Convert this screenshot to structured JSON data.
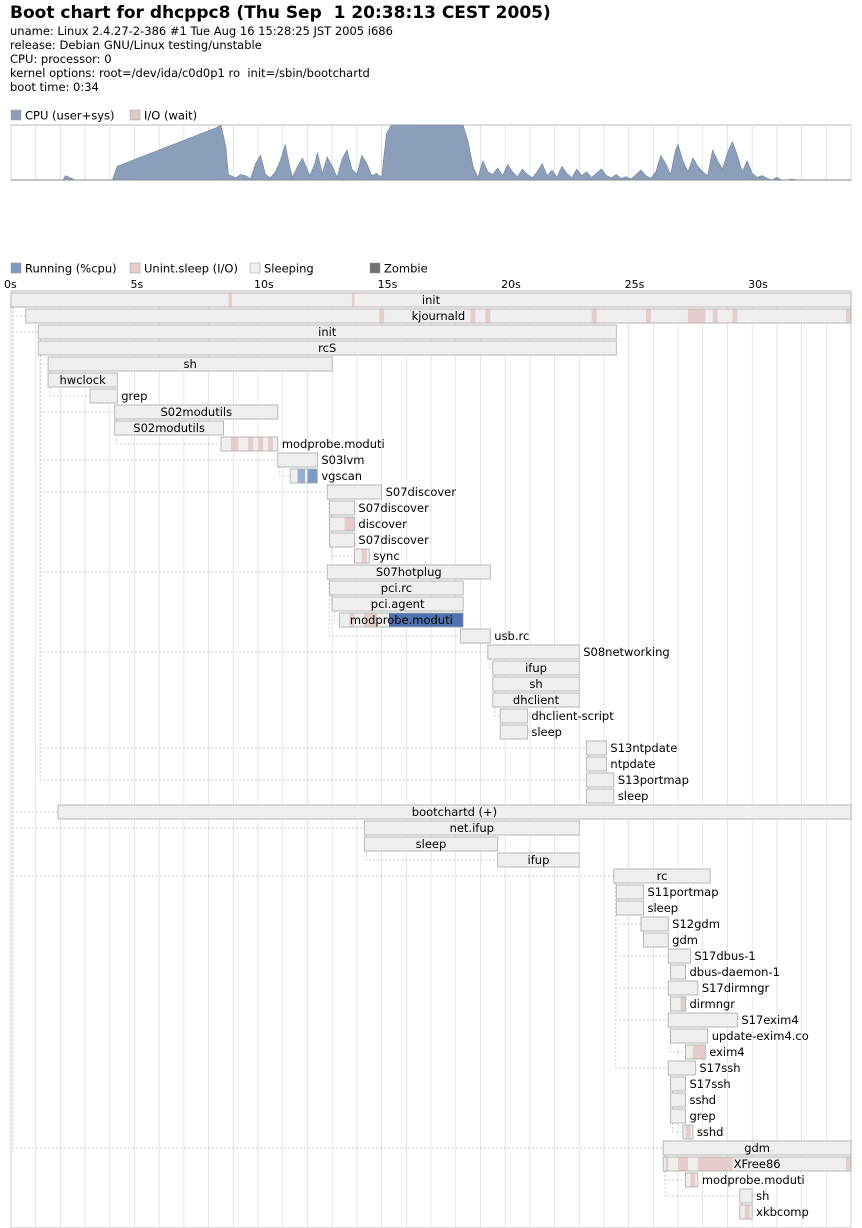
{
  "header": {
    "title": "Boot chart for dhcppc8 (Thu Sep  1 20:38:13 CEST 2005)",
    "uname": "uname: Linux 2.4.27-2-386 #1 Tue Aug 16 15:28:25 JST 2005 i686",
    "release": "release: Debian GNU/Linux testing/unstable",
    "cpu": "CPU: processor: 0",
    "kernel": "kernel options: root=/dev/ida/c0d0p1 ro  init=/sbin/bootchartd",
    "boottime": "boot time: 0:34"
  },
  "colors": {
    "cpu": "#8c9fba",
    "io": "#e0c9c9",
    "running": "#7e9ac4",
    "running_dark": "#4e74b0",
    "unint": "#e6cccc",
    "sleeping": "#efefef",
    "zombie": "#707070",
    "border": "#a8a8a8",
    "grid": "#dcdcdc",
    "tree": "#c0c0c0"
  },
  "chart_data": [
    {
      "type": "area",
      "title": "",
      "legend": [
        "CPU (user+sys)",
        "I/O (wait)"
      ],
      "xlim": [
        0,
        34
      ],
      "ylim": [
        0,
        100
      ],
      "series": [
        {
          "name": "CPU (user+sys)",
          "x": [
            0,
            2.1,
            2.2,
            2.5,
            2.6,
            4.1,
            4.3,
            8.3,
            8.5,
            8.7,
            8.8,
            9.1,
            9.3,
            9.5,
            9.7,
            9.9,
            10.1,
            10.3,
            10.5,
            10.7,
            10.9,
            11.1,
            11.3,
            11.4,
            11.6,
            11.8,
            12.1,
            12.3,
            12.4,
            12.6,
            12.8,
            13.0,
            13.2,
            13.4,
            13.6,
            13.8,
            14.0,
            14.2,
            14.4,
            14.6,
            14.8,
            15.0,
            15.2,
            15.4,
            15.5,
            16.0,
            16.5,
            17.0,
            17.5,
            18.0,
            18.3,
            18.5,
            18.7,
            18.9,
            19.1,
            19.3,
            19.5,
            19.7,
            19.9,
            20.1,
            20.3,
            20.5,
            20.7,
            20.9,
            21.1,
            21.3,
            21.5,
            21.7,
            21.9,
            22.1,
            22.3,
            22.5,
            22.7,
            22.9,
            23.1,
            23.3,
            23.5,
            23.7,
            23.9,
            24.1,
            24.3,
            24.5,
            24.7,
            24.9,
            25.1,
            25.3,
            25.5,
            25.7,
            25.9,
            26.1,
            26.3,
            26.5,
            26.7,
            26.9,
            27.0,
            27.2,
            27.4,
            27.6,
            27.8,
            28.0,
            28.2,
            28.4,
            28.6,
            28.8,
            29.0,
            29.2,
            29.4,
            29.6,
            29.8,
            30.0,
            30.2,
            30.4,
            30.6,
            30.8,
            31.0,
            31.2,
            31.4,
            31.6,
            31.8,
            32.0,
            32.5,
            34.0
          ],
          "values": [
            0,
            0,
            8,
            2,
            0,
            0,
            25,
            95,
            100,
            60,
            10,
            4,
            10,
            8,
            2,
            30,
            45,
            10,
            4,
            15,
            35,
            65,
            20,
            5,
            25,
            40,
            8,
            30,
            50,
            12,
            42,
            25,
            5,
            38,
            55,
            20,
            10,
            45,
            30,
            8,
            12,
            5,
            85,
            100,
            100,
            100,
            100,
            100,
            100,
            100,
            100,
            70,
            25,
            5,
            35,
            15,
            10,
            22,
            8,
            28,
            15,
            6,
            20,
            10,
            4,
            15,
            30,
            8,
            18,
            5,
            25,
            12,
            4,
            20,
            8,
            15,
            5,
            12,
            20,
            8,
            4,
            10,
            3,
            6,
            2,
            10,
            18,
            8,
            3,
            15,
            45,
            30,
            10,
            55,
            65,
            35,
            15,
            40,
            25,
            15,
            8,
            55,
            35,
            20,
            50,
            70,
            45,
            15,
            35,
            12,
            5,
            8,
            3,
            0,
            5,
            0,
            0,
            2,
            0,
            0,
            0,
            0
          ]
        },
        {
          "name": "I/O (wait)",
          "x": [],
          "values": []
        }
      ]
    },
    {
      "type": "gantt",
      "title": "",
      "legend": [
        "Running (%cpu)",
        "Unint.sleep (I/O)",
        "Sleeping",
        "Zombie"
      ],
      "xlim": [
        0,
        34
      ],
      "ticks": [
        "0s",
        "5s",
        "10s",
        "15s",
        "20s",
        "25s",
        "30s"
      ],
      "processes": [
        {
          "name": "init",
          "start": 0.0,
          "end": 34.0,
          "label": "center",
          "parent": -1,
          "states": [
            [
              "I",
              8.8,
              8.95
            ],
            [
              "I",
              13.8,
              13.9
            ]
          ]
        },
        {
          "name": "kjournald",
          "start": 0.6,
          "end": 34.0,
          "label": "center",
          "parent": 0,
          "states": [
            [
              "I",
              14.9,
              15.1
            ],
            [
              "I",
              18.6,
              18.8
            ],
            [
              "I",
              19.2,
              19.4
            ],
            [
              "I",
              23.5,
              23.7
            ],
            [
              "I",
              25.7,
              25.9
            ],
            [
              "I",
              27.4,
              28.1
            ],
            [
              "I",
              28.4,
              28.6
            ],
            [
              "I",
              29.2,
              29.4
            ],
            [
              "I",
              33.8,
              34.0
            ]
          ]
        },
        {
          "name": "init",
          "start": 1.1,
          "end": 24.5,
          "label": "center",
          "parent": 0,
          "states": []
        },
        {
          "name": "rcS",
          "start": 1.1,
          "end": 24.5,
          "label": "center",
          "parent": 2,
          "states": []
        },
        {
          "name": "sh",
          "start": 1.5,
          "end": 13.0,
          "label": "center",
          "parent": 3,
          "states": []
        },
        {
          "name": "hwclock",
          "start": 1.5,
          "end": 4.3,
          "label": "center",
          "parent": 4,
          "states": []
        },
        {
          "name": "grep",
          "start": 3.2,
          "end": 4.3,
          "label": "right",
          "parent": 4,
          "states": []
        },
        {
          "name": "S02modutils",
          "start": 4.2,
          "end": 10.8,
          "label": "center",
          "parent": 3,
          "states": []
        },
        {
          "name": "S02modutils",
          "start": 4.2,
          "end": 8.6,
          "label": "center",
          "parent": 7,
          "states": []
        },
        {
          "name": "modprobe.moduti",
          "start": 8.5,
          "end": 10.8,
          "label": "right",
          "parent": 8,
          "states": [
            [
              "I",
              8.9,
              9.2
            ],
            [
              "I",
              9.6,
              9.8
            ],
            [
              "I",
              10.0,
              10.2
            ],
            [
              "I",
              10.4,
              10.6
            ]
          ]
        },
        {
          "name": "S03lvm",
          "start": 10.8,
          "end": 12.4,
          "label": "right",
          "parent": 3,
          "states": []
        },
        {
          "name": "vgscan",
          "start": 11.3,
          "end": 12.4,
          "label": "right",
          "parent": 10,
          "states": [
            [
              "R",
              11.6,
              11.9,
              0.35
            ],
            [
              "R",
              12.0,
              12.4,
              0.6
            ]
          ]
        },
        {
          "name": "S07discover",
          "start": 12.8,
          "end": 15.0,
          "label": "right",
          "parent": 3,
          "states": []
        },
        {
          "name": "S07discover",
          "start": 12.9,
          "end": 13.9,
          "label": "right",
          "parent": 12,
          "states": []
        },
        {
          "name": "discover",
          "start": 12.9,
          "end": 13.9,
          "label": "right",
          "parent": 13,
          "states": [
            [
              "I",
              13.5,
              13.9
            ]
          ]
        },
        {
          "name": "S07discover",
          "start": 12.9,
          "end": 13.9,
          "label": "right",
          "parent": 12,
          "states": []
        },
        {
          "name": "sync",
          "start": 13.9,
          "end": 14.5,
          "label": "right",
          "parent": 15,
          "states": [
            [
              "I",
              14.2,
              14.4
            ]
          ]
        },
        {
          "name": "S07hotplug",
          "start": 12.8,
          "end": 19.4,
          "label": "center",
          "parent": 3,
          "states": []
        },
        {
          "name": "pci.rc",
          "start": 12.9,
          "end": 18.3,
          "label": "center",
          "parent": 17,
          "states": []
        },
        {
          "name": "pci.agent",
          "start": 13.0,
          "end": 18.3,
          "label": "center",
          "parent": 18,
          "states": []
        },
        {
          "name": "modprobe.moduti",
          "start": 13.3,
          "end": 18.3,
          "label": "center",
          "parent": 19,
          "states": [
            [
              "I",
              13.7,
              13.9
            ],
            [
              "I",
              14.3,
              14.8
            ],
            [
              "R",
              15.3,
              18.3,
              1.0
            ]
          ]
        },
        {
          "name": "usb.rc",
          "start": 18.2,
          "end": 19.4,
          "label": "right",
          "parent": 17,
          "states": []
        },
        {
          "name": "S08networking",
          "start": 19.3,
          "end": 23.0,
          "label": "right",
          "parent": 3,
          "states": []
        },
        {
          "name": "ifup",
          "start": 19.5,
          "end": 23.0,
          "label": "center",
          "parent": 22,
          "states": []
        },
        {
          "name": "sh",
          "start": 19.5,
          "end": 23.0,
          "label": "center",
          "parent": 23,
          "states": []
        },
        {
          "name": "dhclient",
          "start": 19.5,
          "end": 23.0,
          "label": "center",
          "parent": 24,
          "states": []
        },
        {
          "name": "dhclient-script",
          "start": 19.8,
          "end": 20.9,
          "label": "right",
          "parent": 25,
          "states": []
        },
        {
          "name": "sleep",
          "start": 19.8,
          "end": 20.9,
          "label": "right",
          "parent": 26,
          "states": []
        },
        {
          "name": "S13ntpdate",
          "start": 23.3,
          "end": 24.1,
          "label": "right",
          "parent": 3,
          "states": []
        },
        {
          "name": "ntpdate",
          "start": 23.3,
          "end": 24.1,
          "label": "right",
          "parent": 28,
          "states": []
        },
        {
          "name": "S13portmap",
          "start": 23.3,
          "end": 24.4,
          "label": "right",
          "parent": 3,
          "states": []
        },
        {
          "name": "sleep",
          "start": 23.3,
          "end": 24.4,
          "label": "right",
          "parent": 30,
          "states": []
        },
        {
          "name": "bootchartd (+)",
          "start": 1.9,
          "end": 34.0,
          "label": "center",
          "parent": 0,
          "states": []
        },
        {
          "name": "net.ifup",
          "start": 14.3,
          "end": 23.0,
          "label": "center",
          "parent": 0,
          "states": []
        },
        {
          "name": "sleep",
          "start": 14.3,
          "end": 19.7,
          "label": "center",
          "parent": 33,
          "states": []
        },
        {
          "name": "ifup",
          "start": 19.7,
          "end": 23.0,
          "label": "center",
          "parent": 33,
          "states": []
        },
        {
          "name": "rc",
          "start": 24.4,
          "end": 28.3,
          "label": "center",
          "parent": 0,
          "states": []
        },
        {
          "name": "S11portmap",
          "start": 24.5,
          "end": 25.6,
          "label": "right",
          "parent": 36,
          "states": []
        },
        {
          "name": "sleep",
          "start": 24.5,
          "end": 25.6,
          "label": "right",
          "parent": 37,
          "states": []
        },
        {
          "name": "S12gdm",
          "start": 25.5,
          "end": 26.6,
          "label": "right",
          "parent": 36,
          "states": []
        },
        {
          "name": "gdm",
          "start": 25.6,
          "end": 26.6,
          "label": "right",
          "parent": 39,
          "states": []
        },
        {
          "name": "S17dbus-1",
          "start": 26.6,
          "end": 27.5,
          "label": "right",
          "parent": 36,
          "states": []
        },
        {
          "name": "dbus-daemon-1",
          "start": 26.7,
          "end": 27.3,
          "label": "right",
          "parent": 41,
          "states": []
        },
        {
          "name": "S17dirmngr",
          "start": 26.6,
          "end": 27.8,
          "label": "right",
          "parent": 36,
          "states": []
        },
        {
          "name": "dirmngr",
          "start": 26.7,
          "end": 27.3,
          "label": "right",
          "parent": 43,
          "states": [
            [
              "I",
              27.1,
              27.3
            ]
          ]
        },
        {
          "name": "S17exim4",
          "start": 26.6,
          "end": 29.4,
          "label": "right",
          "parent": 36,
          "states": []
        },
        {
          "name": "update-exim4.co",
          "start": 26.7,
          "end": 28.2,
          "label": "right",
          "parent": 45,
          "states": []
        },
        {
          "name": "exim4",
          "start": 27.3,
          "end": 28.1,
          "label": "right",
          "parent": 45,
          "states": [
            [
              "I",
              27.6,
              28.1
            ]
          ]
        },
        {
          "name": "S17ssh",
          "start": 26.6,
          "end": 27.7,
          "label": "right",
          "parent": 36,
          "states": []
        },
        {
          "name": "S17ssh",
          "start": 26.7,
          "end": 27.3,
          "label": "right",
          "parent": 48,
          "states": []
        },
        {
          "name": "sshd",
          "start": 26.7,
          "end": 27.3,
          "label": "right",
          "parent": 49,
          "states": []
        },
        {
          "name": "grep",
          "start": 26.7,
          "end": 27.3,
          "label": "right",
          "parent": 49,
          "states": []
        },
        {
          "name": "sshd",
          "start": 27.2,
          "end": 27.6,
          "label": "right",
          "parent": 49,
          "states": [
            [
              "I",
              27.3,
              27.5
            ]
          ]
        },
        {
          "name": "gdm",
          "start": 26.4,
          "end": 34.0,
          "label": "center",
          "parent": 0,
          "states": []
        },
        {
          "name": "XFree86",
          "start": 26.4,
          "end": 34.0,
          "label": "center",
          "parent": 53,
          "states": [
            [
              "I",
              26.5,
              26.6
            ],
            [
              "I",
              27.0,
              27.4
            ],
            [
              "I",
              27.8,
              29.2
            ],
            [
              "I",
              33.8,
              34.0
            ]
          ]
        },
        {
          "name": "modprobe.moduti",
          "start": 27.3,
          "end": 27.8,
          "label": "right",
          "parent": 54,
          "states": [
            [
              "I",
              27.5,
              27.7
            ]
          ]
        },
        {
          "name": "sh",
          "start": 29.5,
          "end": 30.0,
          "label": "right",
          "parent": 53,
          "states": []
        },
        {
          "name": "xkbcomp",
          "start": 29.5,
          "end": 30.0,
          "label": "right",
          "parent": 56,
          "states": [
            [
              "I",
              29.7,
              29.9
            ]
          ]
        }
      ]
    }
  ]
}
